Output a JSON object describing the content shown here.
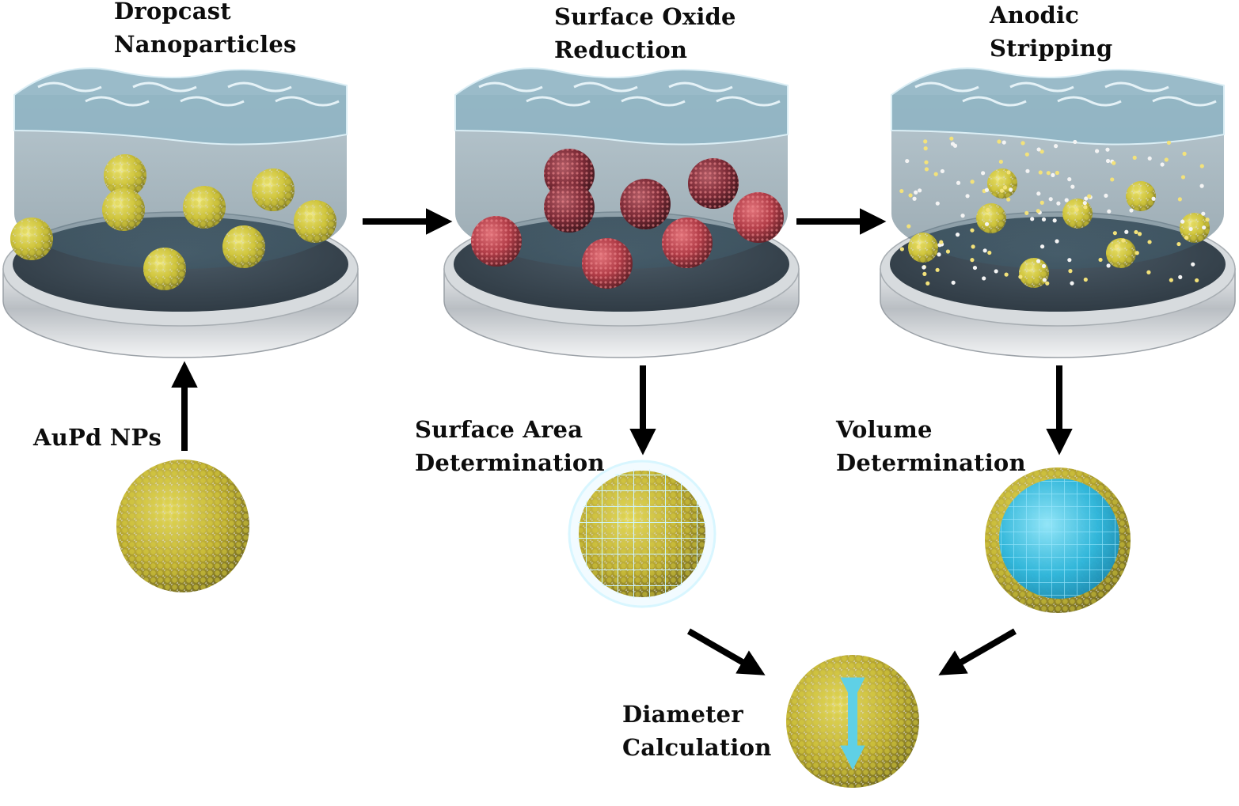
{
  "labels": {
    "dropcast": {
      "line1": "Dropcast",
      "line2": "Nanoparticles"
    },
    "reduction": {
      "line1": "Surface Oxide",
      "line2": "Reduction"
    },
    "stripping": {
      "line1": "Anodic",
      "line2": "Stripping"
    },
    "aupd": "AuPd NPs",
    "surface_area": {
      "line1": "Surface Area",
      "line2": "Determination"
    },
    "volume": {
      "line1": "Volume",
      "line2": "Determination"
    },
    "diameter": {
      "line1": "Diameter",
      "line2": "Calculation"
    }
  },
  "colors": {
    "arrow": "#000000",
    "liquid": "#4f6f80",
    "electrode_top": "#3a4752",
    "electrode_rim": "#c8ccd0",
    "gold": "#c9b52c",
    "silver": "#c9c9c9",
    "oxide": "#b8414a",
    "cyan": "#47c8e6",
    "wire": "#bfefff"
  },
  "flow": [
    "AuPd NPs → Dropcast Nanoparticles",
    "Dropcast Nanoparticles → Surface Oxide Reduction",
    "Surface Oxide Reduction → Anodic Stripping",
    "Surface Oxide Reduction → Surface Area Determination",
    "Anodic Stripping → Volume Determination",
    "Surface Area Determination → Diameter Calculation",
    "Volume Determination → Diameter Calculation"
  ]
}
